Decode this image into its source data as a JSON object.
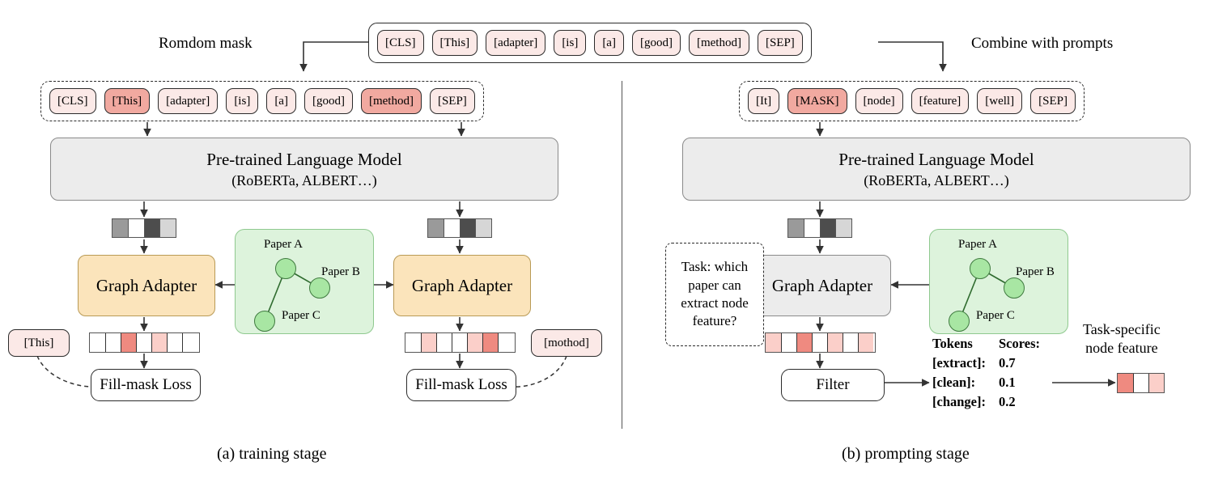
{
  "figure": {
    "top_labels": {
      "left": "Romdom mask",
      "right": "Combine with prompts"
    },
    "captions": {
      "left": "(a) training stage",
      "right": "(b) prompting stage"
    }
  },
  "source_sentence": {
    "tokens": [
      "[CLS]",
      "[This]",
      "[adapter]",
      "[is]",
      "[a]",
      "[good]",
      "[method]",
      "[SEP]"
    ]
  },
  "training": {
    "masked_sequence": [
      {
        "text": "[CLS]",
        "masked": false
      },
      {
        "text": "[This]",
        "masked": true
      },
      {
        "text": "[adapter]",
        "masked": false
      },
      {
        "text": "[is]",
        "masked": false
      },
      {
        "text": "[a]",
        "masked": false
      },
      {
        "text": "[good]",
        "masked": false
      },
      {
        "text": "[method]",
        "masked": true
      },
      {
        "text": "[SEP]",
        "masked": false
      }
    ],
    "plm": {
      "line1": "Pre-trained Language Model",
      "line2": "(RoBERTa, ALBERT…)"
    },
    "adapter_left_label": "Graph Adapter",
    "adapter_right_label": "Graph Adapter",
    "loss_left_label": "Fill-mask Loss",
    "loss_right_label": "Fill-mask Loss",
    "target_left": "[This]",
    "target_right": "[mothod]",
    "hidden_strip_left": [
      "#9a9a9a",
      "#ffffff",
      "#4d4d4d",
      "#d6d6d6"
    ],
    "hidden_strip_right": [
      "#9a9a9a",
      "#ffffff",
      "#4d4d4d",
      "#d6d6d6"
    ],
    "output_strip_left": [
      "#ffffff",
      "#ffffff",
      "#ef8a80",
      "#ffffff",
      "#fbcfc9",
      "#ffffff",
      "#ffffff"
    ],
    "output_strip_right": [
      "#ffffff",
      "#fbcfc9",
      "#ffffff",
      "#ffffff",
      "#fbcfc9",
      "#ef8a80",
      "#ffffff"
    ]
  },
  "prompting": {
    "prompt_sequence": [
      {
        "text": "[It]",
        "masked": false
      },
      {
        "text": "[MASK]",
        "masked": true
      },
      {
        "text": "[node]",
        "masked": false
      },
      {
        "text": "[feature]",
        "masked": false
      },
      {
        "text": "[well]",
        "masked": false
      },
      {
        "text": "[SEP]",
        "masked": false
      }
    ],
    "plm": {
      "line1": "Pre-trained Language Model",
      "line2": "(RoBERTa, ALBERT…)"
    },
    "adapter_label": "Graph Adapter",
    "task_question": "Task: which paper can extract node feature?",
    "filter_label": "Filter",
    "hidden_strip": [
      "#9a9a9a",
      "#ffffff",
      "#4d4d4d",
      "#d6d6d6"
    ],
    "output_strip": [
      "#fbcfc9",
      "#ffffff",
      "#ef8a80",
      "#ffffff",
      "#fbcfc9",
      "#ffffff",
      "#fbcfc9"
    ],
    "scores_table": {
      "header_tokens": "Tokens",
      "header_scores": "Scores:",
      "rows": [
        {
          "token": "[extract]:",
          "score": "0.7"
        },
        {
          "token": "[clean]:",
          "score": "0.1"
        },
        {
          "token": "[change]:",
          "score": "0.2"
        }
      ]
    },
    "node_feature_label_line1": "Task-specific",
    "node_feature_label_line2": "node feature",
    "node_feature_strip": [
      "#ef8a80",
      "#ffffff",
      "#fbcfc9"
    ]
  },
  "graph": {
    "nodes": [
      {
        "id": "A",
        "label": "Paper A"
      },
      {
        "id": "B",
        "label": "Paper B"
      },
      {
        "id": "C",
        "label": "Paper C"
      }
    ],
    "edges": [
      [
        "A",
        "B"
      ],
      [
        "A",
        "C"
      ]
    ]
  },
  "colors": {
    "token_fill": "#fbe9e7",
    "token_masked_fill": "#f1a9a0",
    "adapter_fill": "#fbe4bb",
    "plm_fill": "#ececec",
    "graph_panel_fill": "#ddf3dc",
    "graph_node_fill": "#a8e6a3",
    "score_dark_pink": "#ef8a80",
    "score_light_pink": "#fbcfc9"
  }
}
